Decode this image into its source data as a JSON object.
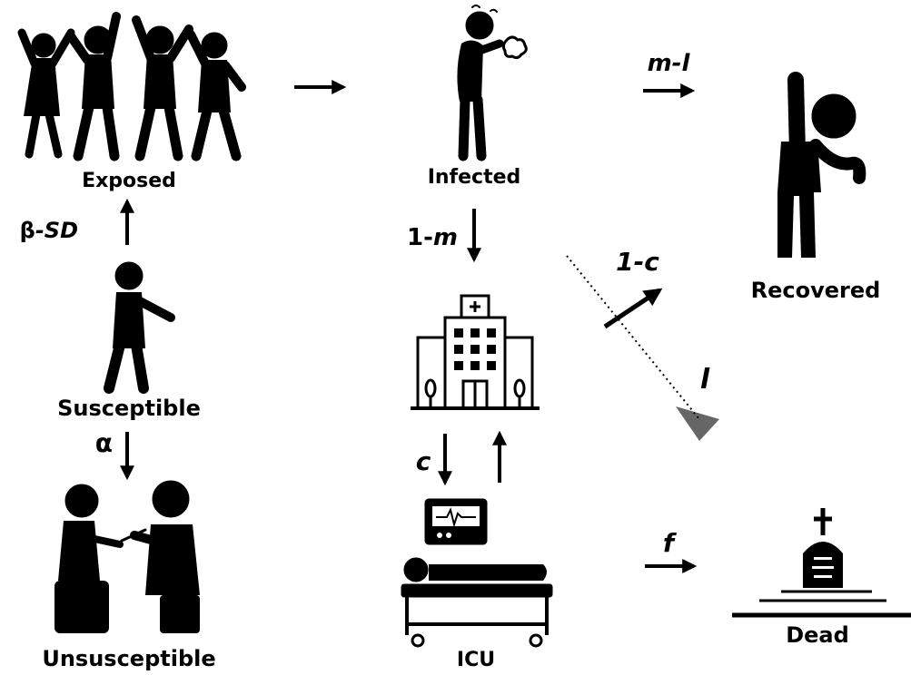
{
  "nodes": {
    "exposed": "Exposed",
    "infected": "Infected",
    "recovered": "Recovered",
    "susceptible": "Susceptible",
    "unsusceptible": "Unsusceptible",
    "icu": "ICU",
    "dead": "Dead"
  },
  "rates": {
    "beta_symbol": "β",
    "beta_suffix": "-SD",
    "alpha": "α",
    "one_minus_m_prefix": "1-",
    "one_minus_m_var": "m",
    "m_minus_l": "m-l",
    "one_minus_c": "1-c",
    "l": "l",
    "c": "c",
    "f": "f"
  },
  "icons": {
    "exposed": "crowd-icon",
    "infected": "coughing-person-icon",
    "recovered": "healthy-person-icon",
    "susceptible": "walking-person-icon",
    "unsusceptible": "vaccination-icon",
    "hospital": "hospital-icon",
    "icu": "icu-bed-icon",
    "dead": "tombstone-icon"
  },
  "colors": {
    "ink": "#000000",
    "background": "#ffffff"
  }
}
